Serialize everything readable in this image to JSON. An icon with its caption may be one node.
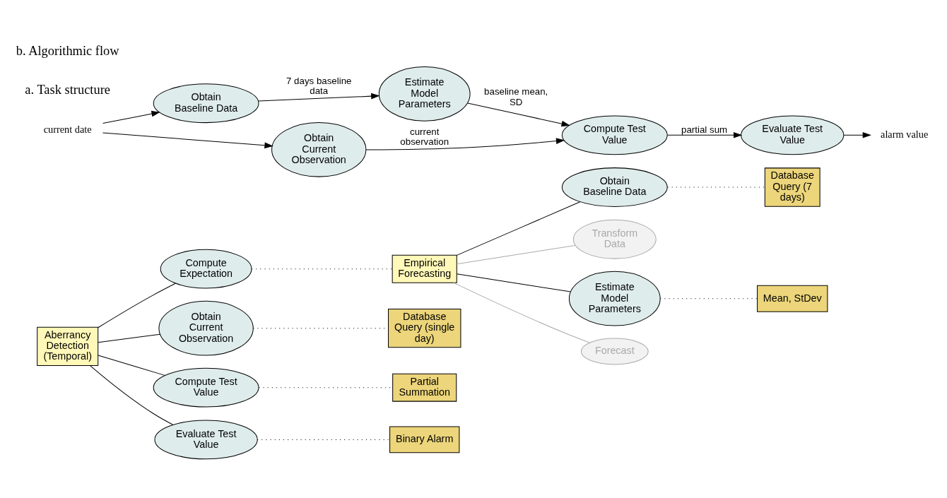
{
  "diagram": {
    "nodes": [
      {
        "text": [
          "Aberrancy Detection (Temporal)"
        ]
      },
      {
        "text": [
          "Compute Expectation"
        ]
      },
      {
        "text": [
          "Empirical Forecasting"
        ]
      },
      {
        "text": [
          "Obtain Baseline Data"
        ]
      },
      {
        "text": [
          "Database Query (7 days)"
        ]
      },
      {
        "text": [
          "Transform Data"
        ]
      },
      {
        "text": [
          "Estimate Model Parameters"
        ]
      },
      {
        "text": [
          "Mean, StDev"
        ]
      },
      {
        "text": [
          "Forecast"
        ]
      },
      {
        "text": [
          "Obtain Current Observation"
        ]
      },
      {
        "text": [
          "Database Query (single day)"
        ]
      },
      {
        "text": [
          "Compute Test Value"
        ]
      },
      {
        "text": [
          "Partial Summation"
        ]
      },
      {
        "text": [
          "Evaluate Test Value"
        ]
      },
      {
        "text": [
          "Binary Alarm"
        ]
      },
      {
        "text": [
          "current date"
        ]
      },
      {
        "text": [
          "Obtain Baseline Data"
        ]
      },
      {
        "text": [
          "Obtain Current Observation"
        ]
      },
      {
        "text": [
          "Estimate Model Parameters"
        ]
      },
      {
        "text": [
          "Compute Test Value"
        ]
      },
      {
        "text": [
          "Evaluate Test Value"
        ]
      },
      {
        "text": [
          "alarm value"
        ]
      }
    ],
    "edges": [
      {
        "from": 0,
        "to": 1,
        "arrow": "none"
      },
      {
        "from": 0,
        "to": 9,
        "arrow": "none"
      },
      {
        "from": 0,
        "to": 11,
        "arrow": "none"
      },
      {
        "from": 0,
        "to": 13,
        "arrow": "none"
      },
      {
        "from": 1,
        "to": 2,
        "arrow": "none",
        "style": "dashed"
      },
      {
        "from": 2,
        "to": 3,
        "arrow": "none"
      },
      {
        "from": 2,
        "to": 5,
        "arrow": "none",
        "color": "#aaaaaa"
      },
      {
        "from": 2,
        "to": 6,
        "arrow": "none"
      },
      {
        "from": 2,
        "to": 8,
        "arrow": "none",
        "color": "#aaaaaa"
      },
      {
        "from": 3,
        "to": 4,
        "arrow": "none",
        "style": "dashed"
      },
      {
        "from": 6,
        "to": 7,
        "arrow": "none",
        "style": "dashed"
      },
      {
        "from": 9,
        "to": 10,
        "arrow": "none",
        "style": "dashed"
      },
      {
        "from": 11,
        "to": 12,
        "arrow": "none",
        "style": "dashed"
      },
      {
        "from": 13,
        "to": 14,
        "arrow": "none",
        "style": "dashed"
      },
      {
        "from": 15,
        "to": 16,
        "arrow": "to"
      },
      {
        "from": 15,
        "to": 17,
        "arrow": "to"
      },
      {
        "from": 16,
        "to": 18,
        "arrow": "to",
        "label": "7 days baseline data"
      },
      {
        "from": 17,
        "to": 19,
        "arrow": "to",
        "label": "current observation"
      },
      {
        "from": 18,
        "to": 19,
        "arrow": "to",
        "label": "baseline mean, SD"
      },
      {
        "from": 19,
        "to": 20,
        "arrow": "to",
        "label": "partial sum"
      },
      {
        "from": 20,
        "to": 21,
        "arrow": "to"
      }
    ],
    "labels": [
      "a. Task structure",
      "b. Algorithmic flow"
    ]
  }
}
